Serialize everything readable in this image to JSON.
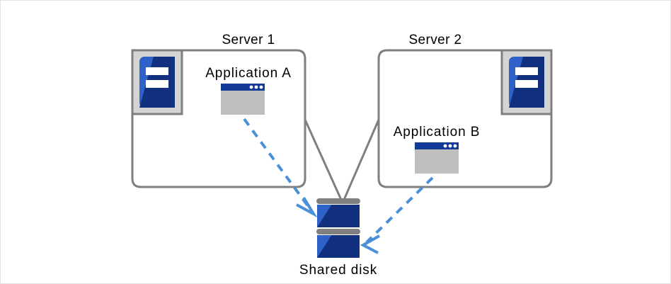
{
  "diagram": {
    "title": "Shared disk cluster diagram",
    "colors": {
      "outline_gray": "#7f7f7f",
      "icon_frame_fill": "#d4d4d4",
      "icon_frame_border": "#7f7f7f",
      "blue_light": "#2f62c8",
      "blue_dark": "#11307f",
      "window_titlebar": "#123a96",
      "window_body": "#bfbfbf",
      "arrow_blue": "#4a90d9",
      "disk_separator": "#808080",
      "background": "#ffffff",
      "canvas_border": "#e2e2e2",
      "text": "#000000"
    },
    "servers": [
      {
        "id": "server-1",
        "label": "Server 1",
        "icon_name": "server-icon",
        "icon_position": "top-left",
        "application": {
          "label": "Application A",
          "icon_name": "app-window-icon",
          "window_dots": 3
        }
      },
      {
        "id": "server-2",
        "label": "Server 2",
        "icon_name": "server-icon",
        "icon_position": "top-right",
        "application": {
          "label": "Application B",
          "icon_name": "app-window-icon",
          "window_dots": 3
        }
      }
    ],
    "storage": {
      "id": "shared-disk",
      "label": "Shared disk",
      "icon_name": "disk-stack-icon",
      "platters": 2
    },
    "connections": [
      {
        "id": "server-1-to-disk-link",
        "from": "server-1",
        "to": "shared-disk",
        "style": "solid",
        "color": "#7f7f7f"
      },
      {
        "id": "server-2-to-disk-link",
        "from": "server-2",
        "to": "shared-disk",
        "style": "solid",
        "color": "#7f7f7f"
      },
      {
        "id": "application-a-access-arrow",
        "from": "Application A",
        "to": "Shared disk",
        "style": "dashed",
        "color": "#4a90d9",
        "arrowhead": "open"
      },
      {
        "id": "application-b-access-arrow",
        "from": "Application B",
        "to": "Shared disk",
        "style": "dashed",
        "color": "#4a90d9",
        "arrowhead": "open"
      }
    ]
  }
}
